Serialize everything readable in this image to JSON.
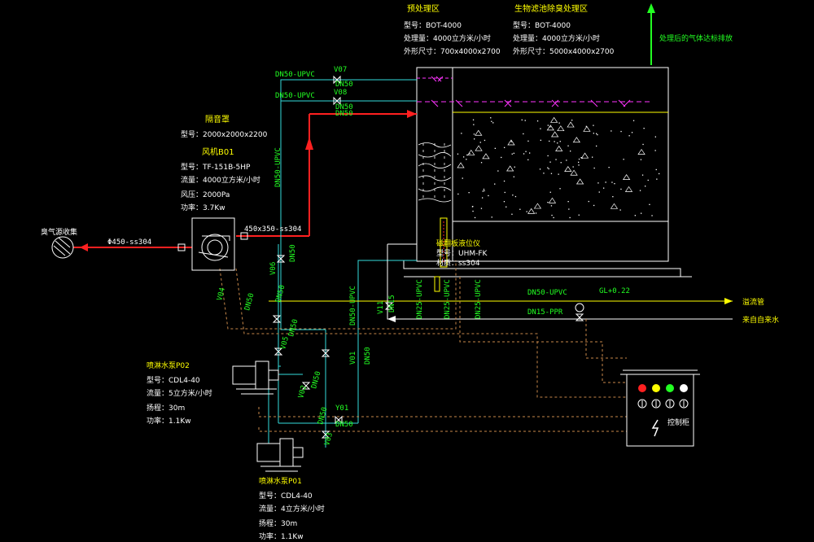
{
  "pretreatment": {
    "title": "预处理区",
    "model": "型号：BOT-4000",
    "capacity": "处理量：4000立方米/小时",
    "size": "外形尺寸：700x4000x2700"
  },
  "biofilter": {
    "title": "生物滤池除臭处理区",
    "model": "型号：BOT-4000",
    "capacity": "处理量：4000立方米/小时",
    "size": "外形尺寸：5000x4000x2700"
  },
  "exhaust": "处理后的气体达标排放",
  "enclosure": {
    "title": "隔音罩",
    "model": "型号：2000x2000x2200"
  },
  "fan": {
    "title": "风机B01",
    "model": "型号：TF-151B-5HP",
    "flow": "流量：4000立方米/小时",
    "pressure": "风压：2000Pa",
    "power": "功率：3.7Kw"
  },
  "inlet_label": "臭气源收集",
  "inlet_pipe": "Φ450-ss304",
  "fan_outlet": "450x350-ss304",
  "pipes": {
    "p1": "DN50-UPVC",
    "p2": "DN50-UPVC",
    "p3": "DN50-UPVC",
    "p4": "DN50-UPVC",
    "p5": "DN25-UPVC",
    "p6": "DN25-UPVC",
    "p7": "DN25-UPVC",
    "p8": "DN50-UPVC",
    "p9": "DN15-PPR"
  },
  "valves": {
    "v07": "V07",
    "v08": "V08",
    "v06": "V06",
    "v11": "V11",
    "v01": "V01",
    "v02": "V02",
    "v03": "V03",
    "v04": "V04",
    "v05": "V05",
    "y01": "Y01"
  },
  "sizes": {
    "dn50a": "DN50",
    "dn50b": "DN50",
    "dn50c": "DN50",
    "dn50d": "DN50",
    "dn50e": "DN50",
    "dn50f": "DN50",
    "dn50g": "DN50",
    "dn50h": "DN50",
    "dn50i": "DN50",
    "dn50j": "DN50",
    "dn50k": "DN50",
    "dn15": "DN15"
  },
  "level_gauge": {
    "title": "磁翻板液位仪",
    "model": "型号：UHM-FK",
    "material": "材质：ss304"
  },
  "level_value": "GL+0.22",
  "overflow": "溢流管",
  "tapwater": "来自自来水",
  "pump2": {
    "title": "喷淋水泵P02",
    "model": "型号：CDL4-40",
    "flow": "流量：5立方米/小时",
    "head": "扬程：30m",
    "power": "功率：1.1Kw"
  },
  "pump1": {
    "title": "喷淋水泵P01",
    "model": "型号：CDL4-40",
    "flow": "流量：4立方米/小时",
    "head": "扬程：30m",
    "power": "功率：1.1Kw"
  },
  "control": {
    "label": "控制柜",
    "lamps": [
      "#ff2020",
      "#ffff00",
      "#22ff22",
      "#ffffff"
    ]
  }
}
